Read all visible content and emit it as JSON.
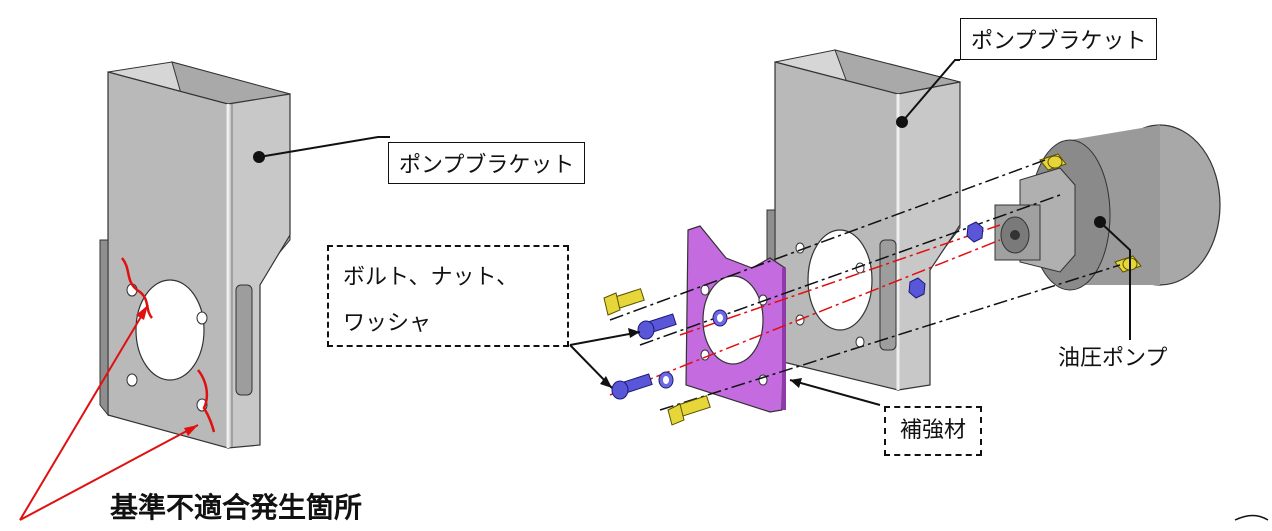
{
  "labels": {
    "left_bracket": "ポンプブラケット",
    "right_bracket": "ポンプブラケット",
    "fasteners_line1": "ボルト、ナット、",
    "fasteners_line2": "ワッシャ",
    "hydraulic_pump": "油圧ポンプ",
    "reinforcement": "補強材",
    "nonconformity_location": "基準不適合発生箇所"
  },
  "colors": {
    "bracket_fill": "#b9b9b9",
    "bracket_dark": "#8f8f8f",
    "plate_fill": "#c46be0",
    "bolt_yellow": "#e7d63a",
    "bolt_blue": "#5a56d8",
    "marker_red": "#e01010",
    "pump_fill": "#9a9a9a"
  }
}
